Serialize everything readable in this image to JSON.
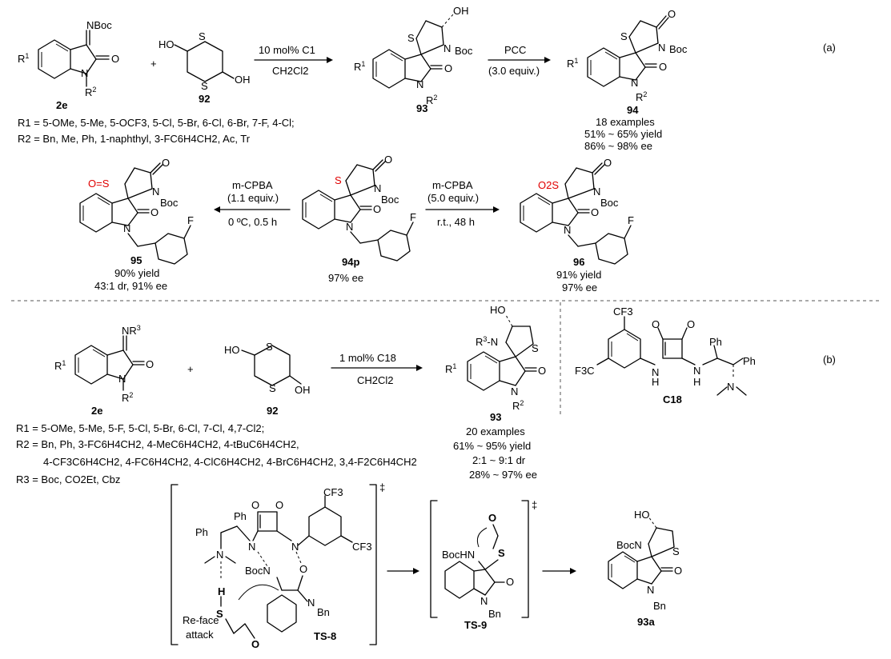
{
  "panel_a": {
    "label": "(a)",
    "reactant_imine_label": "2e",
    "reactant_dithiane_label": "92",
    "plus": "+",
    "arrow1_above": "10 mol% C1",
    "arrow1_below": "CH2Cl2",
    "product1_label": "93",
    "arrow2_above": "PCC",
    "arrow2_below": "(3.0 equiv.)",
    "product2_label": "94",
    "product2_examples": "18 examples",
    "product2_yield": "51% ~ 65% yield",
    "product2_ee": "86% ~ 98% ee",
    "r1_list": "R1 = 5-OMe, 5-Me, 5-OCF3, 5-Cl, 5-Br, 6-Cl, 6-Br, 7-F, 4-Cl;",
    "r2_list": "R2 = Bn, Me, Ph, 1-naphthyl, 3-FC6H4CH2, Ac, Tr",
    "oxid_left_label": "95",
    "oxid_left_reagent": "m-CPBA",
    "oxid_left_equiv": "(1.1 equiv.)",
    "oxid_left_cond": "0 ºC, 0.5 h",
    "oxid_left_yield": "90% yield",
    "oxid_left_dr": "43:1 dr, 91% ee",
    "center_label": "94p",
    "center_ee": "97% ee",
    "oxid_right_reagent": "m-CPBA",
    "oxid_right_equiv": "(5.0 equiv.)",
    "oxid_right_cond": "r.t., 48 h",
    "oxid_right_label": "96",
    "oxid_right_yield": "91% yield",
    "oxid_right_ee": "97% ee"
  },
  "panel_b": {
    "label": "(b)",
    "reactant_imine_label": "2e",
    "reactant_dithiane_label": "92",
    "plus": "+",
    "arrow_above": "1 mol% C18",
    "arrow_below": "CH2Cl2",
    "product_label": "93",
    "product_examples": "20 examples",
    "product_yield": "61% ~ 95% yield",
    "product_dr": "2:1 ~ 9:1 dr",
    "product_ee": "28% ~ 97% ee",
    "catalyst_label": "C18",
    "r1_list": "R1 = 5-OMe, 5-Me, 5-F, 5-Cl, 5-Br, 6-Cl, 7-Cl, 4,7-Cl2;",
    "r2_list_1": "R2 = Bn, Ph, 3-FC6H4CH2, 4-MeC6H4CH2, 4-tBuC6H4CH2,",
    "r2_list_2": "4-CF3C6H4CH2, 4-FC6H4CH2, 4-ClC6H4CH2, 4-BrC6H4CH2, 3,4-F2C6H4CH2",
    "r3_list": "R3 = Boc, CO2Et, Cbz",
    "ts8_label": "TS-8",
    "ts9_label": "TS-9",
    "final_label": "93a",
    "re_face": "Re-face",
    "attack": "attack",
    "dagger": "‡"
  },
  "atoms": {
    "S": "S",
    "N": "N",
    "O": "O",
    "F": "F",
    "H": "H",
    "OH": "OH",
    "HO": "HO",
    "Boc": "Boc",
    "Bn": "Bn",
    "Ph": "Ph",
    "CF3": "CF3",
    "F3C": "F3C",
    "NBoc": "NBoc",
    "BocN": "BocN",
    "BocHN": "BocHN",
    "NR3": "NR3",
    "R3N": "R3-N",
    "R1": "R1",
    "R2": "R2",
    "O2S": "O2S",
    "OS": "O=S"
  }
}
